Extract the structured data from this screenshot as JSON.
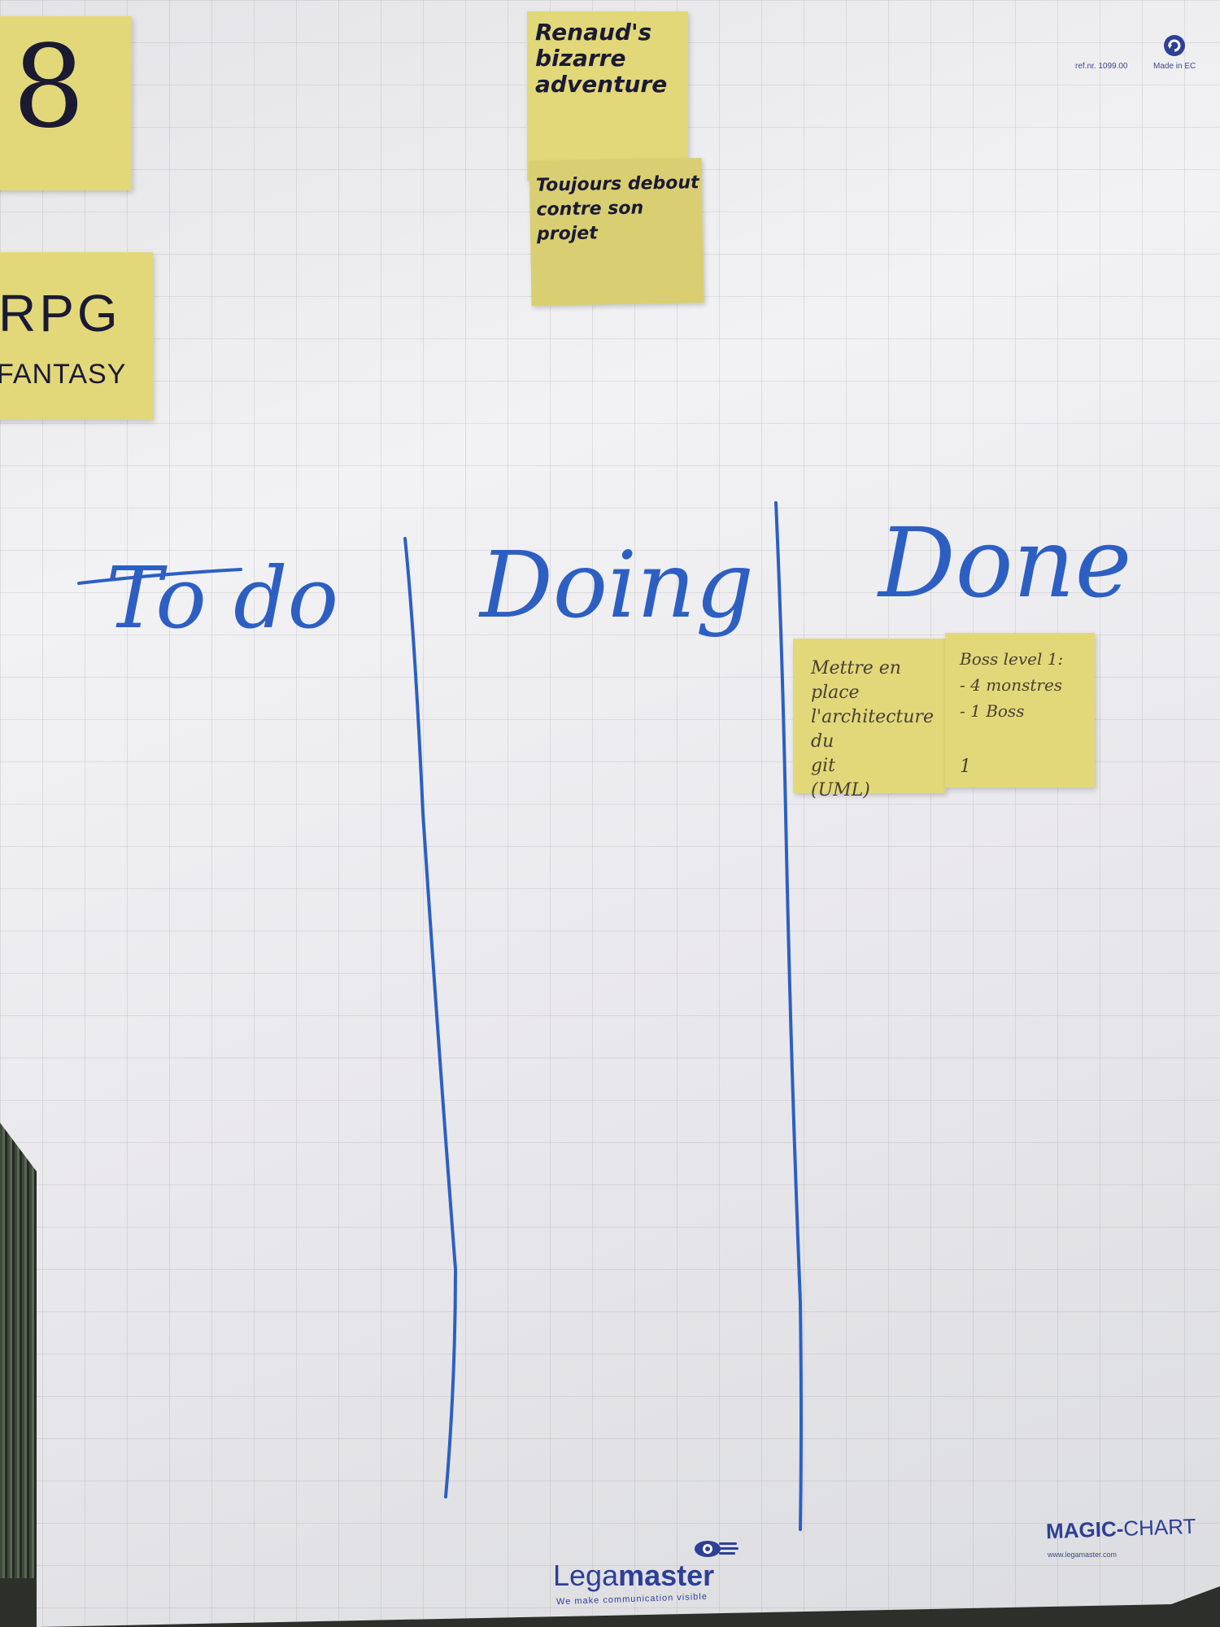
{
  "notes": {
    "eight": "8",
    "rpg": {
      "line1": "RPG",
      "line2": "FANTASY"
    },
    "renaud": {
      "title": "Renaud's\nbizarre\nadventure",
      "subtitle": "Toujours debout\ncontre son projet"
    },
    "architecture": "Mettre en place\nl'architecture du\ngit\n(UML)",
    "boss": {
      "text": "Boss level 1:\n- 4 monstres\n- 1 Boss",
      "corner": "1"
    }
  },
  "board": {
    "columns": [
      "To do",
      "Doing",
      "Done"
    ]
  },
  "branding": {
    "ref": "ref.nr. 1099.00",
    "made_in": "Made in EC",
    "logo_word_a": "Lega",
    "logo_word_b": "master",
    "tagline": "We make communication visible",
    "product_a": "MAGIC-",
    "product_b": "CHART",
    "website": "www.legamaster.com"
  },
  "colors": {
    "note_yellow": "#e2d87a",
    "marker_blue": "#2d5fc3",
    "brand_blue": "#2e3f96"
  }
}
